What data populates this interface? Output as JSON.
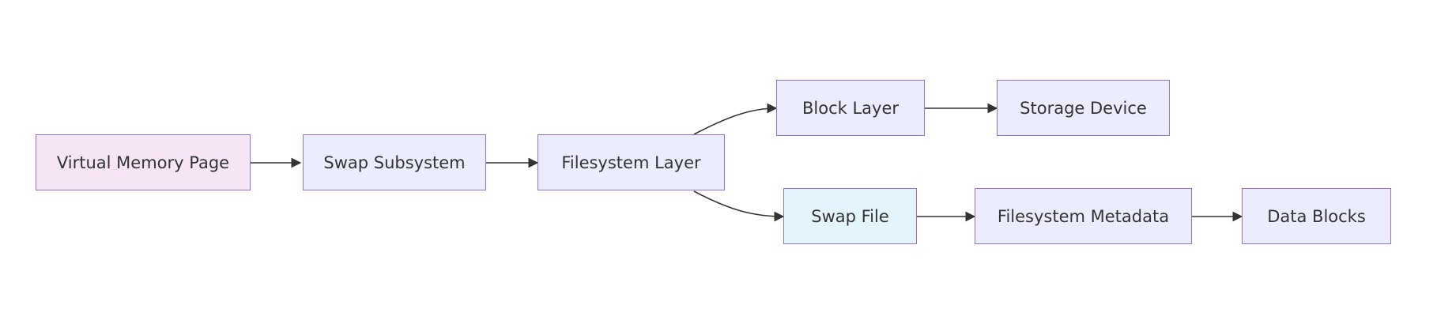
{
  "nodes": {
    "virtual_memory_page": {
      "label": "Virtual Memory Page",
      "fill": "#f5e5f5"
    },
    "swap_subsystem": {
      "label": "Swap Subsystem",
      "fill": "#ececff"
    },
    "filesystem_layer": {
      "label": "Filesystem Layer",
      "fill": "#ececff"
    },
    "block_layer": {
      "label": "Block Layer",
      "fill": "#ececff"
    },
    "storage_device": {
      "label": "Storage Device",
      "fill": "#ececff"
    },
    "swap_file": {
      "label": "Swap File",
      "fill": "#e3f4fc"
    },
    "filesystem_metadata": {
      "label": "Filesystem Metadata",
      "fill": "#ececff"
    },
    "data_blocks": {
      "label": "Data Blocks",
      "fill": "#ececff"
    }
  },
  "edges": [
    {
      "from": "virtual_memory_page",
      "to": "swap_subsystem"
    },
    {
      "from": "swap_subsystem",
      "to": "filesystem_layer"
    },
    {
      "from": "filesystem_layer",
      "to": "block_layer"
    },
    {
      "from": "block_layer",
      "to": "storage_device"
    },
    {
      "from": "filesystem_layer",
      "to": "swap_file"
    },
    {
      "from": "swap_file",
      "to": "filesystem_metadata"
    },
    {
      "from": "filesystem_metadata",
      "to": "data_blocks"
    }
  ],
  "colors": {
    "node_border": "#9370db",
    "node_text": "#333333",
    "edge": "#333333"
  }
}
